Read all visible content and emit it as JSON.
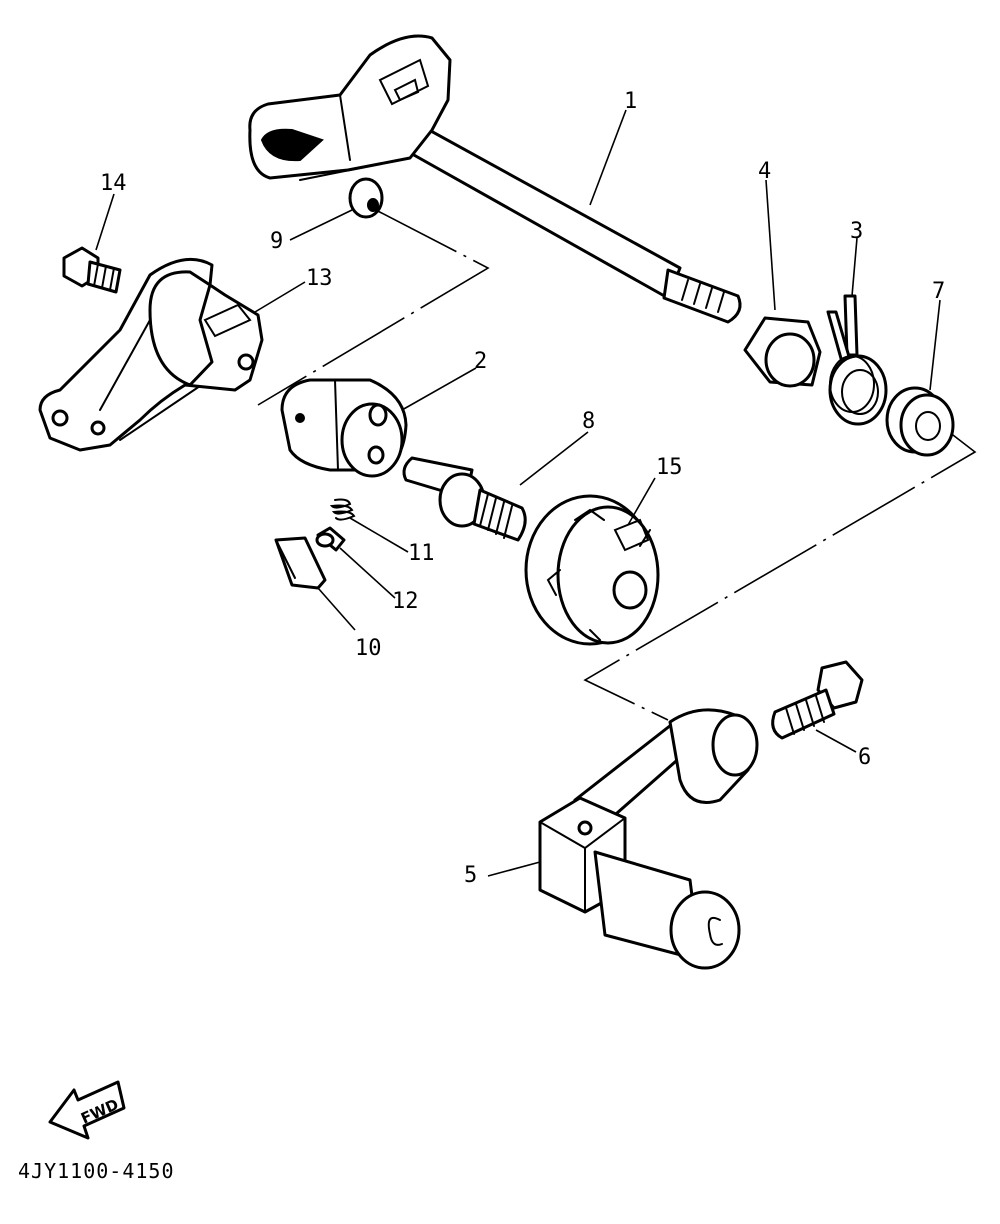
{
  "diagram": {
    "callouts": {
      "c1": "1",
      "c2": "2",
      "c3": "3",
      "c4": "4",
      "c5": "5",
      "c6": "6",
      "c7": "7",
      "c8": "8",
      "c9": "9",
      "c10": "10",
      "c11": "11",
      "c12": "12",
      "c13": "13",
      "c14": "14",
      "c15": "15"
    },
    "direction_badge": "FWD",
    "diagram_code": "4JY1100-4150"
  },
  "colors": {
    "ink": "#000000",
    "paper": "#ffffff"
  }
}
